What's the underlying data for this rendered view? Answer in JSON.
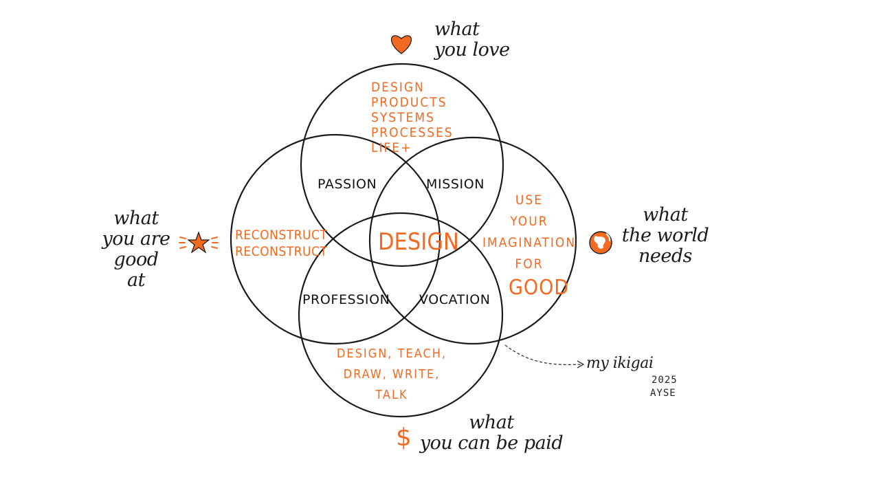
{
  "captions": {
    "love": "what\nyou love",
    "good_at": "what\nyou are\ngood\nat",
    "world": "what\nthe world\nneeds",
    "paid": "what\nyou can be paid",
    "ikigai": "my ikigai"
  },
  "zones": {
    "passion": "PASSION",
    "mission": "MISSION",
    "profession": "PROFESSION",
    "vocation": "VOCATION"
  },
  "core": "DESIGN",
  "love_list": "DESIGN\nPRODUCTS\nSYSTEMS\nPROCESSES\nLIFE+",
  "good_at_list": "RECONSTRUCT\nRECONSTRUCT",
  "world_list": "USE\nYOUR\nIMAGINATION\nFOR",
  "world_emphasis": "GOOD",
  "paid_list": "DESIGN, TEACH,\nDRAW, WRITE,\nTALK",
  "signature": {
    "year": "2025",
    "name": "AYSE"
  },
  "icons": {
    "love": "heart-icon",
    "good_at": "star-icon",
    "world": "globe-icon",
    "paid": "dollar-icon"
  },
  "dollar_glyph": "$",
  "colors": {
    "accent": "#f26a21",
    "ink": "#1a1a1a"
  }
}
